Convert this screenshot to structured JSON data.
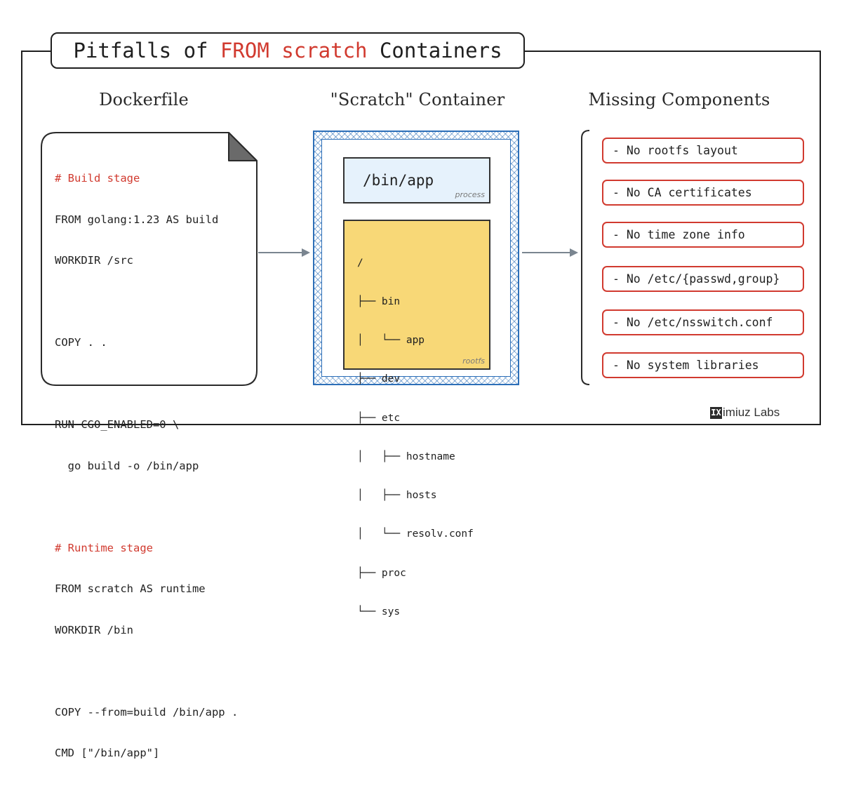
{
  "title": {
    "before": "Pitfalls of ",
    "accent": "FROM scratch",
    "after": " Containers"
  },
  "columns": {
    "dockerfile": "Dockerfile",
    "container": "\"Scratch\" Container",
    "missing": "Missing Components"
  },
  "dockerfile_lines": {
    "l1": "# Build stage",
    "l2": "FROM golang:1.23 AS build",
    "l3": "WORKDIR /src",
    "l4": "COPY . .",
    "l5": "RUN CGO_ENABLED=0 \\",
    "l6": "  go build -o /bin/app",
    "l7": "# Runtime stage",
    "l8": "FROM scratch AS runtime",
    "l9": "WORKDIR /bin",
    "l10": "COPY --from=build /bin/app .",
    "l11": "CMD [\"/bin/app\"]"
  },
  "container": {
    "process_label": "/bin/app",
    "process_tag": "process",
    "rootfs_tag": "rootfs",
    "tree": {
      "root": "/",
      "bin": "├── bin",
      "app": "│   └── app",
      "dev": "├── dev",
      "etc": "├── etc",
      "hostname": "│   ├── hostname",
      "hosts": "│   ├── hosts",
      "resolv": "│   └── resolv.conf",
      "proc": "├── proc",
      "sys": "└── sys"
    }
  },
  "missing_items": {
    "i1": "- No rootfs layout",
    "i2": "- No CA certificates",
    "i3": "- No time zone info",
    "i4": "- No /etc/{passwd,group}",
    "i5": "- No /etc/nsswitch.conf",
    "i6": "- No system libraries"
  },
  "brand": {
    "mark": "IX",
    "name": "imiuz Labs"
  },
  "colors": {
    "accent_red": "#d13a2f",
    "container_blue": "#2d6fb8",
    "process_fill": "#e6f2fc",
    "rootfs_fill": "#f8d877"
  }
}
